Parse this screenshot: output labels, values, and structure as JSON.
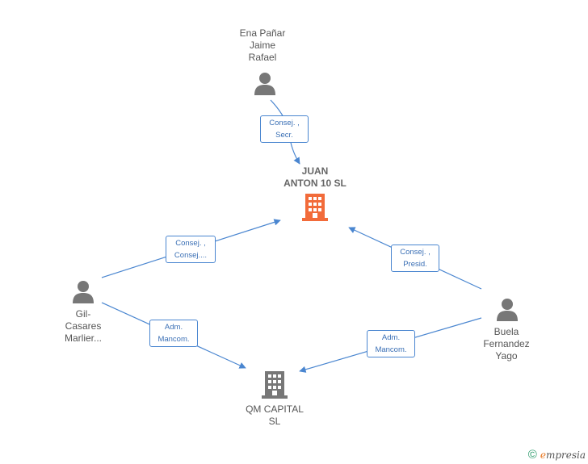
{
  "nodes": {
    "juan_anton": {
      "lines": [
        "JUAN",
        "ANTON 10  SL"
      ]
    },
    "qm_capital": {
      "lines": [
        "QM CAPITAL",
        "SL"
      ]
    },
    "ena": {
      "lines": [
        "Ena Pañar",
        "Jaime",
        "Rafael"
      ]
    },
    "gil": {
      "lines": [
        "Gil-",
        "Casares",
        "Marlier..."
      ]
    },
    "buela": {
      "lines": [
        "Buela",
        "Fernandez",
        "Yago"
      ]
    }
  },
  "edges": {
    "ena_juan": [
      "Consej. ,",
      "Secr."
    ],
    "gil_juan": [
      "Consej. ,",
      "Consej...."
    ],
    "gil_qm": [
      "Adm.",
      "Mancom."
    ],
    "buela_juan": [
      "Consej. ,",
      "Presid."
    ],
    "buela_qm": [
      "Adm.",
      "Mancom."
    ]
  },
  "footer": {
    "copyright": "©",
    "brand_e": "e",
    "brand_rest": "mpresia"
  },
  "colors": {
    "edge": "#4a86d0",
    "highlight_company": "#f26b3a",
    "company": "#777777",
    "person": "#777777"
  }
}
